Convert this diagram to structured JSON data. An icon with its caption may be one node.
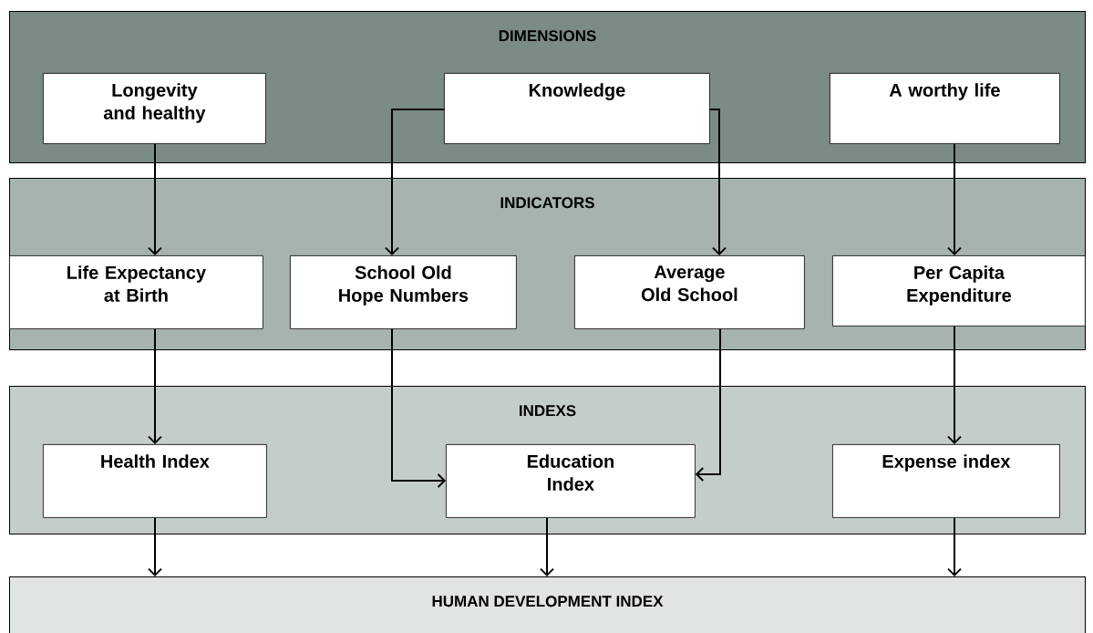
{
  "diagram": {
    "nodes": [
      {
        "text": [
          "DIMENSIONS"
        ]
      },
      {
        "text": [
          "Longevity and healthy"
        ],
        "in": 0
      },
      {
        "text": [
          "Knowledge"
        ],
        "in": 0
      },
      {
        "text": [
          "A worthy life"
        ],
        "in": 0
      },
      {
        "text": [
          "INDICATORS"
        ]
      },
      {
        "text": [
          "Life Expectancy at Birth"
        ],
        "in": 4
      },
      {
        "text": [
          "School Old Hope Numbers"
        ],
        "in": 4
      },
      {
        "text": [
          "Average Old School"
        ],
        "in": 4
      },
      {
        "text": [
          "Per Capita Expenditure"
        ],
        "in": 4
      },
      {
        "text": [
          "INDEXS"
        ]
      },
      {
        "text": [
          "Health Index"
        ],
        "in": 9
      },
      {
        "text": [
          "Education Index"
        ],
        "in": 9
      },
      {
        "text": [
          "Expense index"
        ],
        "in": 9
      },
      {
        "text": [
          "HUMAN DEVELOPMENT INDEX"
        ]
      }
    ],
    "edges": [
      {
        "from": 1,
        "to": 5,
        "arrow": "to"
      },
      {
        "from": 2,
        "to": 6,
        "arrow": "to"
      },
      {
        "from": 2,
        "to": 7,
        "arrow": "to"
      },
      {
        "from": 3,
        "to": 8,
        "arrow": "to"
      },
      {
        "from": 5,
        "to": 10,
        "arrow": "to"
      },
      {
        "from": 6,
        "to": 11,
        "arrow": "to"
      },
      {
        "from": 7,
        "to": 11,
        "arrow": "to"
      },
      {
        "from": 8,
        "to": 12,
        "arrow": "to"
      },
      {
        "from": 10,
        "to": 13,
        "arrow": "to"
      },
      {
        "from": 11,
        "to": 13,
        "arrow": "to"
      },
      {
        "from": 12,
        "to": 13,
        "arrow": "to"
      }
    ]
  }
}
